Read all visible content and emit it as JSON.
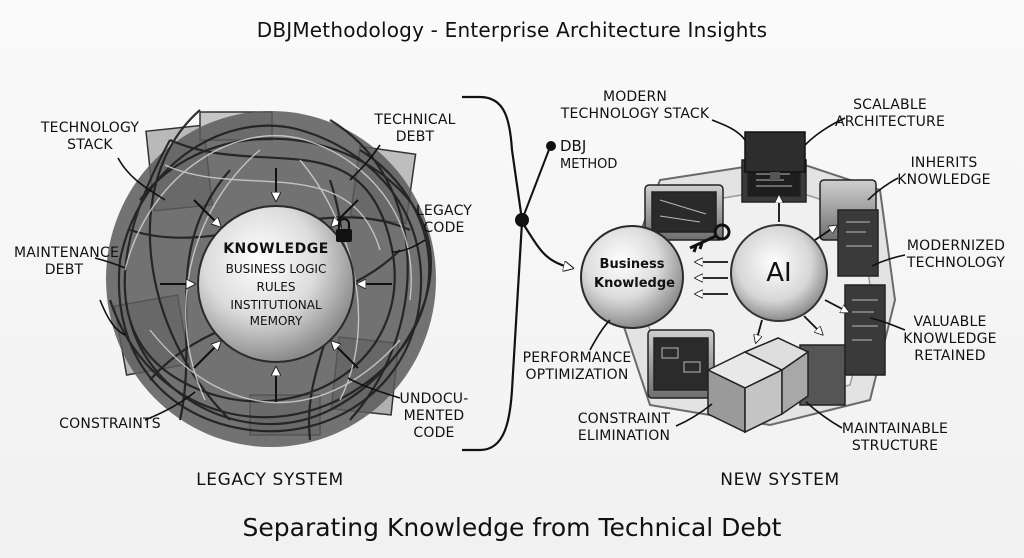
{
  "header": {
    "title": "DBJMethodology - Enterprise Architecture Insights"
  },
  "footer": {
    "subtitle": "Separating Knowledge from Technical Debt"
  },
  "legacy": {
    "section_label": "LEGACY SYSTEM",
    "core": {
      "heading": "KNOWLEDGE",
      "lines": [
        "BUSINESS LOGIC",
        "RULES",
        "INSTITUTIONAL",
        "MEMORY"
      ]
    },
    "labels": {
      "technology_stack": [
        "TECHNOLOGY",
        "STACK"
      ],
      "technical_debt": [
        "TECHNICAL",
        "DEBT"
      ],
      "legacy_code": [
        "LEGACY",
        "CODE"
      ],
      "maintenance_debt": [
        "MAINTENANCE",
        "DEBT"
      ],
      "constraints": [
        "CONSTRAINTS"
      ],
      "undocumented_code": [
        "UNDOCU-",
        "MENTED",
        "CODE"
      ]
    }
  },
  "method": {
    "label": [
      "DBJ",
      "METHOD"
    ]
  },
  "new_system": {
    "section_label": "NEW SYSTEM",
    "ai_label": "AI",
    "business_knowledge": [
      "Business",
      "Knowledge"
    ],
    "labels": {
      "modern_stack": [
        "MODERN",
        "TECHNOLOGY STACK"
      ],
      "scalable": [
        "SCALABLE",
        "ARCHITECTURE"
      ],
      "inherits": [
        "INHERITS",
        "KNOWLEDGE"
      ],
      "modernized": [
        "MODERNIZED",
        "TECHNOLOGY"
      ],
      "valuable": [
        "VALUABLE",
        "KNOWLEDGE",
        "RETAINED"
      ],
      "maintainable": [
        "MAINTAINABLE",
        "STRUCTURE"
      ],
      "constraint_elim": [
        "CONSTRAINT",
        "ELIMINATION"
      ],
      "performance": [
        "PERFORMANCE",
        "OPTIMIZATION"
      ]
    }
  },
  "colors": {
    "ink": "#111111",
    "tangle": "#2b2b2b",
    "panel": "#8a8a8a",
    "sphere": "#e6e6e6"
  }
}
